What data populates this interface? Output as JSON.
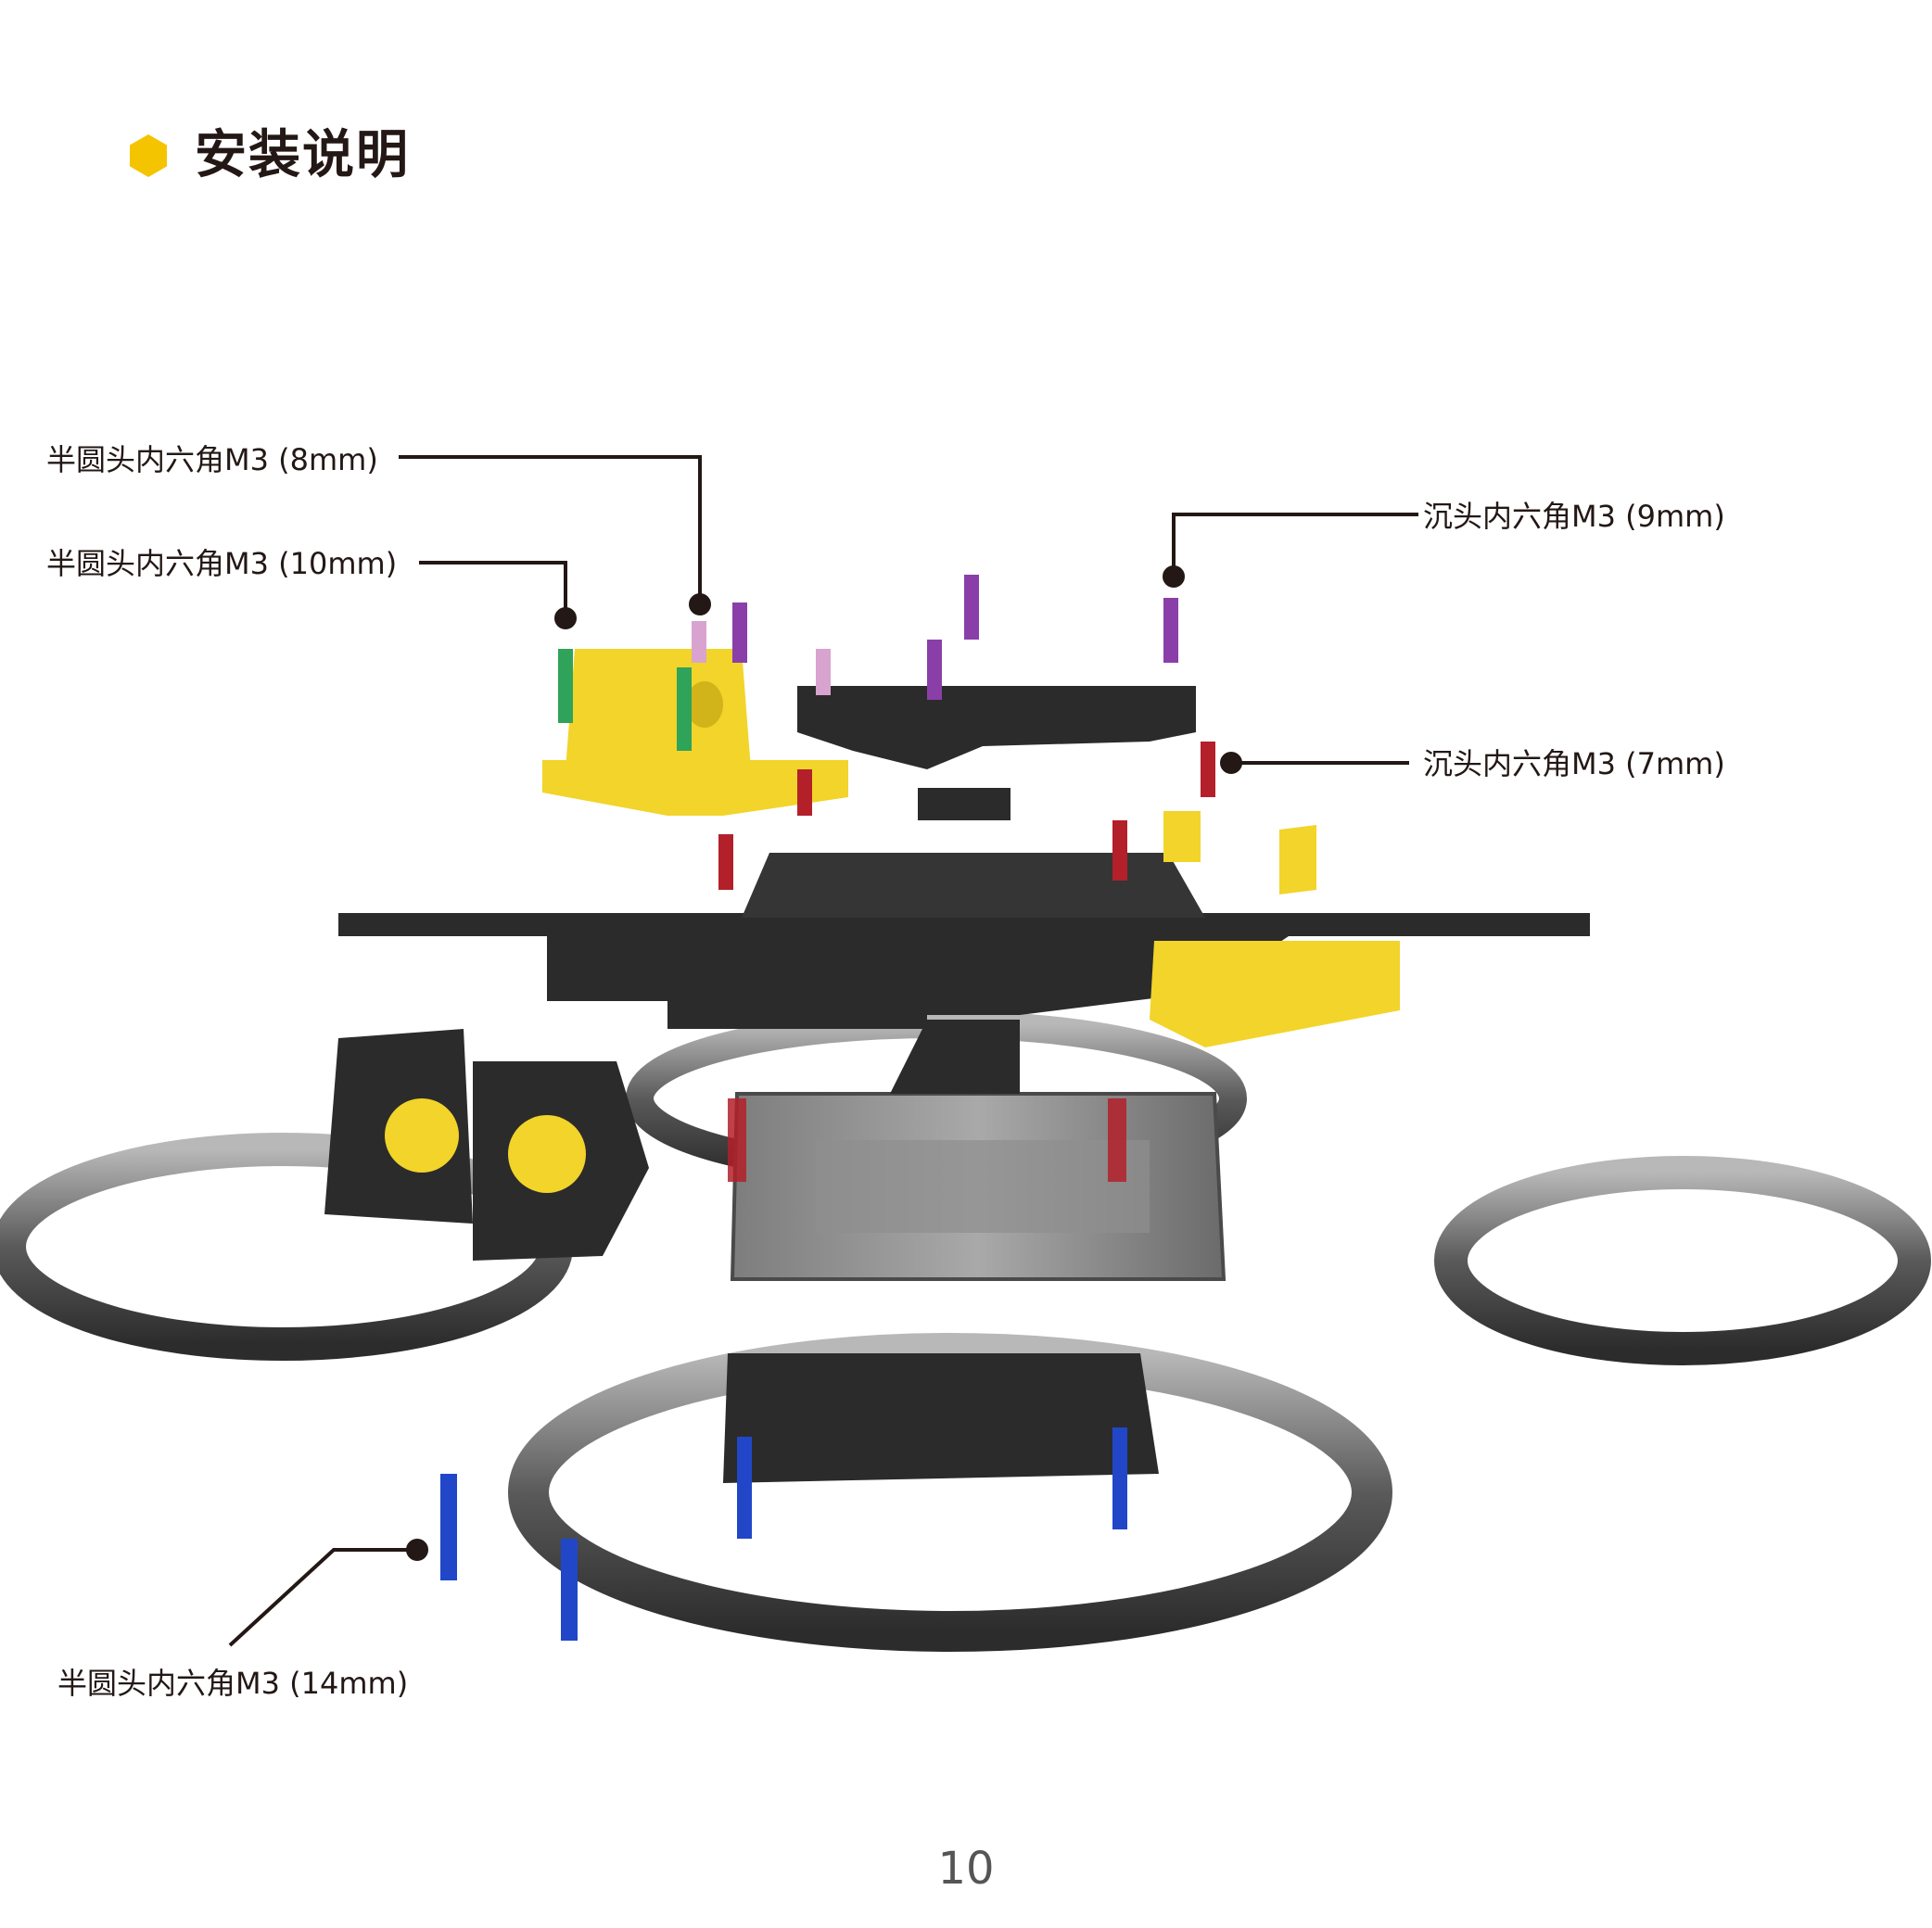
{
  "section": {
    "title": "安装说明",
    "icon": "hexagon-icon",
    "accent_color": "#f5c400"
  },
  "callouts": {
    "screw_round_8mm": "半圆头内六角M3 (8mm)",
    "screw_round_10mm": "半圆头内六角M3 (10mm)",
    "screw_flat_9mm": "沉头内六角M3 (9mm)",
    "screw_flat_7mm": "沉头内六角M3 (7mm)",
    "screw_round_14mm": "半圆头内六角M3 (14mm)"
  },
  "colors": {
    "frame": "#2b2b2b",
    "duct": "#6f6f6f",
    "mount": "#f2d42a",
    "screw_green": "#2fa35a",
    "screw_pink": "#d9a3cf",
    "screw_purple": "#8a3fa8",
    "screw_red": "#b3202a",
    "screw_blue": "#2147c8"
  },
  "page_number": "10"
}
